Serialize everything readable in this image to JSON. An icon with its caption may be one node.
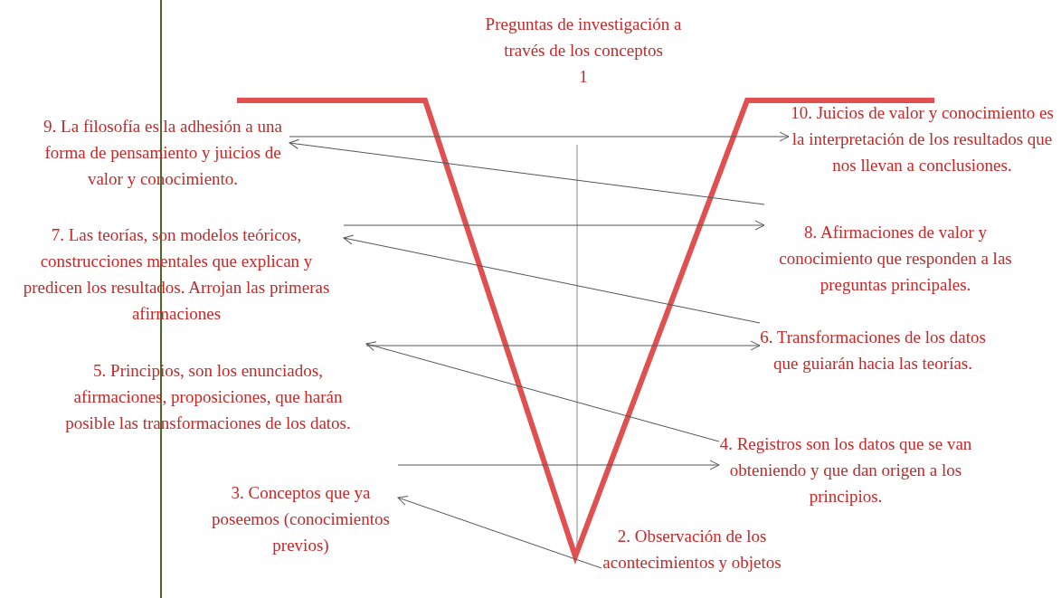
{
  "diagram": {
    "nodes": [
      {
        "text": [
          "Preguntas de investigación a través de los conceptos",
          "1"
        ]
      },
      {
        "text": [
          "2. Observación de los acontecimientos y objetos"
        ]
      },
      {
        "text": [
          "3. Conceptos que ya poseemos (conocimientos previos)"
        ]
      },
      {
        "text": [
          "4. Registros son los datos que se van obteniendo y que dan origen a los principios."
        ]
      },
      {
        "text": [
          "5. Principios, son los enunciados, afirmaciones, proposiciones, que harán posible las transformaciones de los datos."
        ]
      },
      {
        "text": [
          "6. Transformaciones de los datos que guiarán hacia las teorías."
        ]
      },
      {
        "text": [
          "7. Las teorías, son modelos teóricos, construcciones mentales que explican y predicen los resultados. Arrojan las primeras afirmaciones"
        ]
      },
      {
        "text": [
          "8. Afirmaciones de valor y conocimiento que responden a las preguntas principales."
        ]
      },
      {
        "text": [
          "9. La filosofía es la adhesión a una forma de pensamiento y juicios de valor y conocimiento."
        ]
      },
      {
        "text": [
          "10. Juicios de valor y conocimiento es la interpretación de los resultados que nos llevan a conclusiones."
        ]
      }
    ],
    "edges": [
      {
        "from": 1,
        "to": 2,
        "arrow": "to"
      },
      {
        "from": 2,
        "to": 3,
        "arrow": "to"
      },
      {
        "from": 3,
        "to": 4,
        "arrow": "to"
      },
      {
        "from": 4,
        "to": 5,
        "arrow": "to"
      },
      {
        "from": 5,
        "to": 6,
        "arrow": "to"
      },
      {
        "from": 6,
        "to": 7,
        "arrow": "to"
      },
      {
        "from": 7,
        "to": 8,
        "arrow": "to"
      },
      {
        "from": 8,
        "to": 9,
        "arrow": "to"
      }
    ]
  }
}
